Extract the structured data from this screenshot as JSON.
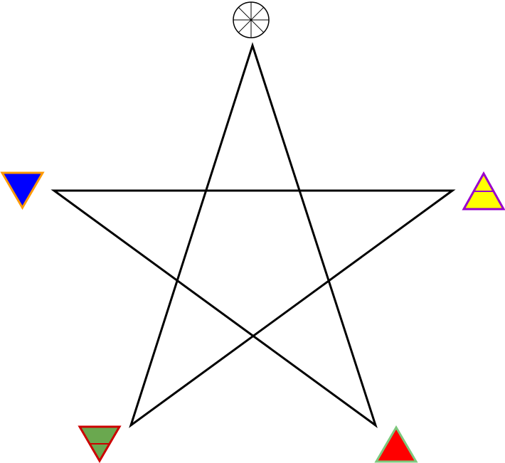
{
  "diagram": {
    "background": "#ffffff",
    "pentagram": {
      "stroke": "#000000"
    },
    "symbols": [
      {
        "name": "spirit",
        "icon": "wheel-of-spirit-icon",
        "position": "top",
        "shape": "circle-with-8-spokes",
        "fill": "#ffffff",
        "stroke": "#000000"
      },
      {
        "name": "air",
        "icon": "air-triangle-icon",
        "position": "right",
        "shape": "upward-triangle-with-bar",
        "fill": "#ffff00",
        "stroke": "#9900cc"
      },
      {
        "name": "fire",
        "icon": "fire-triangle-icon",
        "position": "bottom-right",
        "shape": "upward-triangle",
        "fill": "#ff0000",
        "stroke": "#7dc87d"
      },
      {
        "name": "earth",
        "icon": "earth-triangle-icon",
        "position": "bottom-left",
        "shape": "downward-triangle-with-bar",
        "fill": "#6aa84f",
        "stroke": "#cc0000"
      },
      {
        "name": "water",
        "icon": "water-triangle-icon",
        "position": "left",
        "shape": "downward-triangle",
        "fill": "#0000ff",
        "stroke": "#ff9900"
      }
    ]
  }
}
